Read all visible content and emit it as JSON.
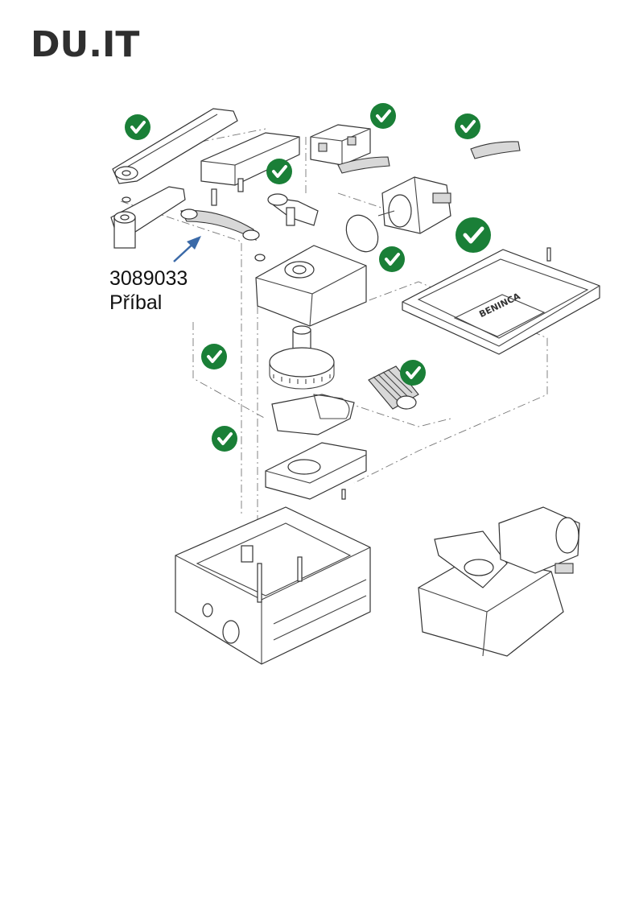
{
  "header": {
    "title": "DU.IT"
  },
  "callout": {
    "code": "3089033",
    "label": "Příbal"
  },
  "colors": {
    "check": "#1a7f37",
    "arrow": "#3b6aa8",
    "ink": "#333333"
  },
  "icons": {
    "check": "check-circle-icon",
    "arrow": "arrow-icon"
  },
  "logo": {
    "text": "BENINCA"
  }
}
